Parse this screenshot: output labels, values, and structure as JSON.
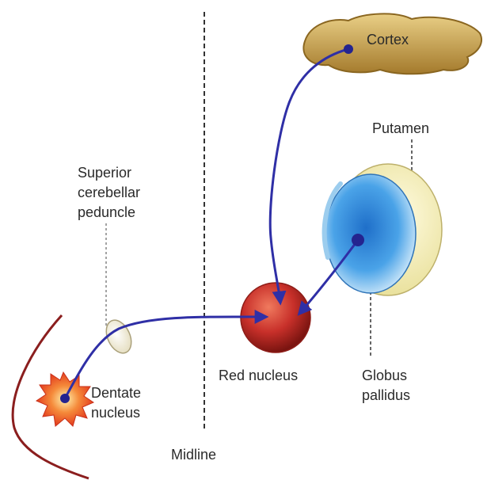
{
  "labels": {
    "cortex": "Cortex",
    "putamen": "Putamen",
    "superior_cerebellar_peduncle": [
      "Superior",
      "cerebellar",
      "peduncle"
    ],
    "red_nucleus": "Red nucleus",
    "globus_pallidus": [
      "Globus",
      "pallidus"
    ],
    "dentate_nucleus": [
      "Dentate",
      "nucleus"
    ],
    "midline": "Midline"
  },
  "colors": {
    "pathway": "#2f2fa6",
    "node": "#24248f",
    "cortex_fill": "#c9a24a",
    "red_nucleus": "#c8302a",
    "globus_pallidus": "#3b8fd6",
    "putamen": "#f3efb5",
    "dentate": "#e8401c",
    "cerebellum_outline": "#8b1e1e",
    "midline": "#333333"
  },
  "icons": {
    "arrowhead": "triangle"
  }
}
